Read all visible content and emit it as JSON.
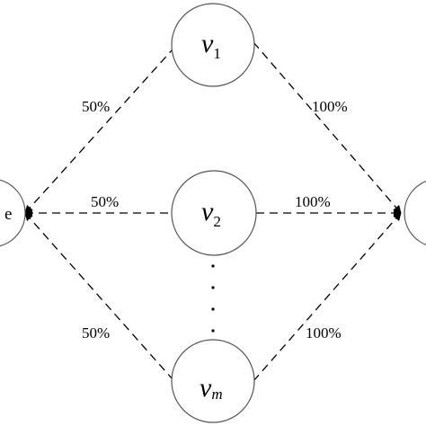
{
  "nodes": {
    "left": {
      "label": "e"
    },
    "v1": {
      "symbol": "v",
      "subscript": "1"
    },
    "v2": {
      "symbol": "v",
      "subscript": "2"
    },
    "vm": {
      "symbol": "v",
      "subscript": "m"
    }
  },
  "edge_labels": {
    "left_to_v1": "50%",
    "left_to_v2": "50%",
    "left_to_vm": "50%",
    "v1_to_right": "100%",
    "v2_to_right": "100%",
    "vm_to_right": "100%"
  }
}
